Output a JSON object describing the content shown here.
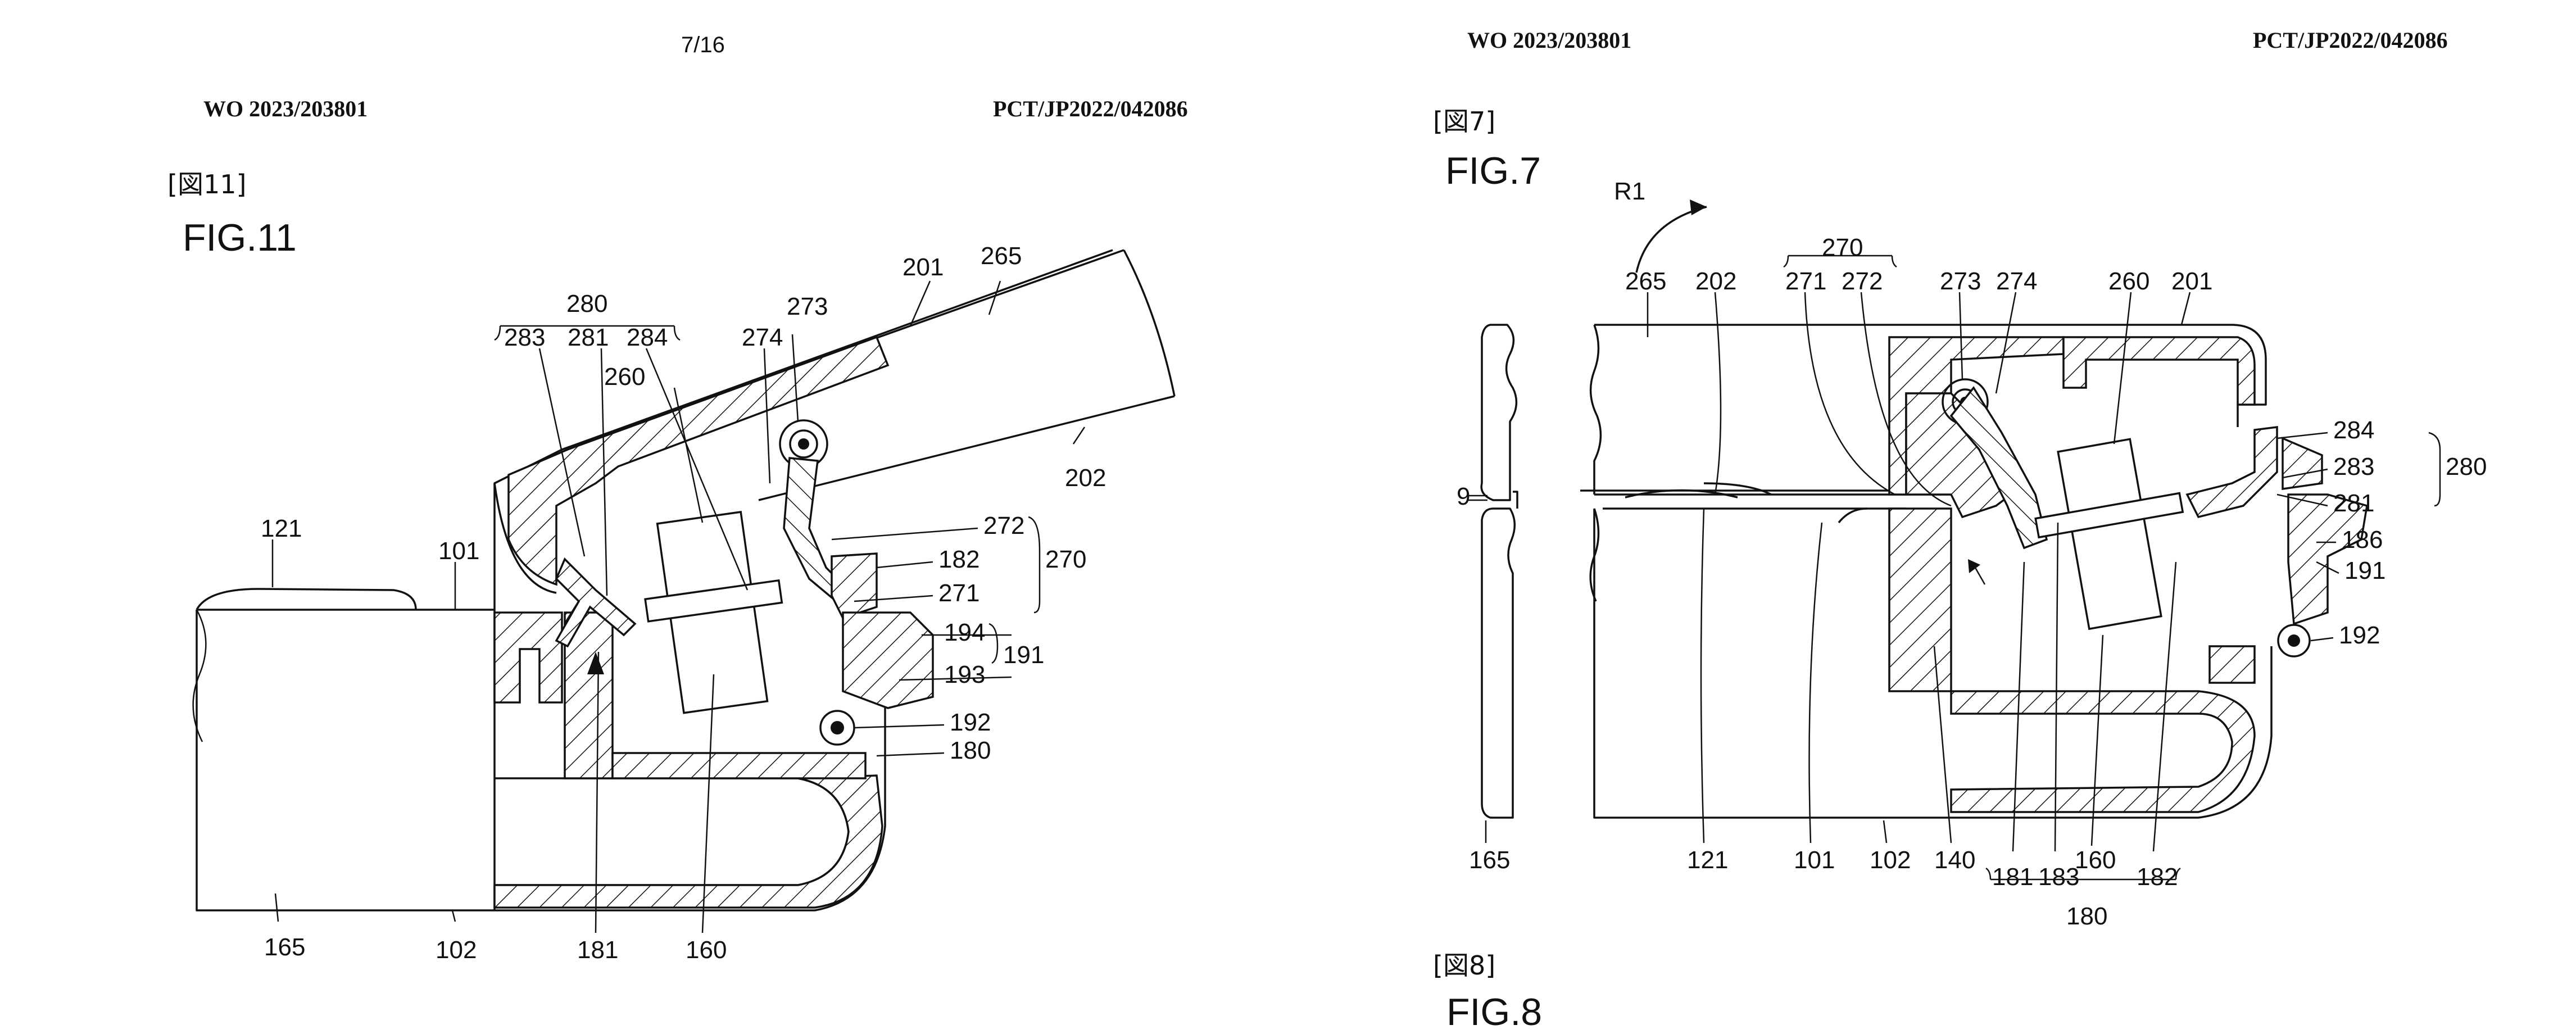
{
  "left_page": {
    "page_number": "7/16",
    "pub_number": "WO 2023/203801",
    "app_number": "PCT/JP2022/042086",
    "figure_tag": "[図11]",
    "figure_title": "FIG.11",
    "labels": {
      "l201": "201",
      "l265": "265",
      "l280": "280",
      "l283": "283",
      "l281": "281",
      "l284": "284",
      "l273": "273",
      "l274": "274",
      "l260": "260",
      "l202": "202",
      "l121": "121",
      "l101": "101",
      "l272": "272",
      "l182": "182",
      "l270": "270",
      "l271": "271",
      "l194": "194",
      "l191": "191",
      "l193": "193",
      "l192": "192",
      "l180": "180",
      "l165": "165",
      "l102": "102",
      "l181": "181",
      "l160": "160"
    }
  },
  "right_page": {
    "pub_number": "WO 2023/203801",
    "app_number": "PCT/JP2022/042086",
    "figure_tag": "[図7]",
    "figure_title": "FIG.7",
    "next_figure_tag": "[図8]",
    "next_figure_title_partial": "FIG.8",
    "labels": {
      "lR1": "R1",
      "l270": "270",
      "l265": "265",
      "l202": "202",
      "l271": "271",
      "l272": "272",
      "l273": "273",
      "l274": "274",
      "l260": "260",
      "l201": "201",
      "l284": "284",
      "l283": "283",
      "l280": "280",
      "l281": "281",
      "l186": "186",
      "l191": "191",
      "l192": "192",
      "l9": "9",
      "l165": "165",
      "l121": "121",
      "l101": "101",
      "l102": "102",
      "l140": "140",
      "l181": "181",
      "l183": "183",
      "l160": "160",
      "l182": "182",
      "l180": "180"
    }
  }
}
